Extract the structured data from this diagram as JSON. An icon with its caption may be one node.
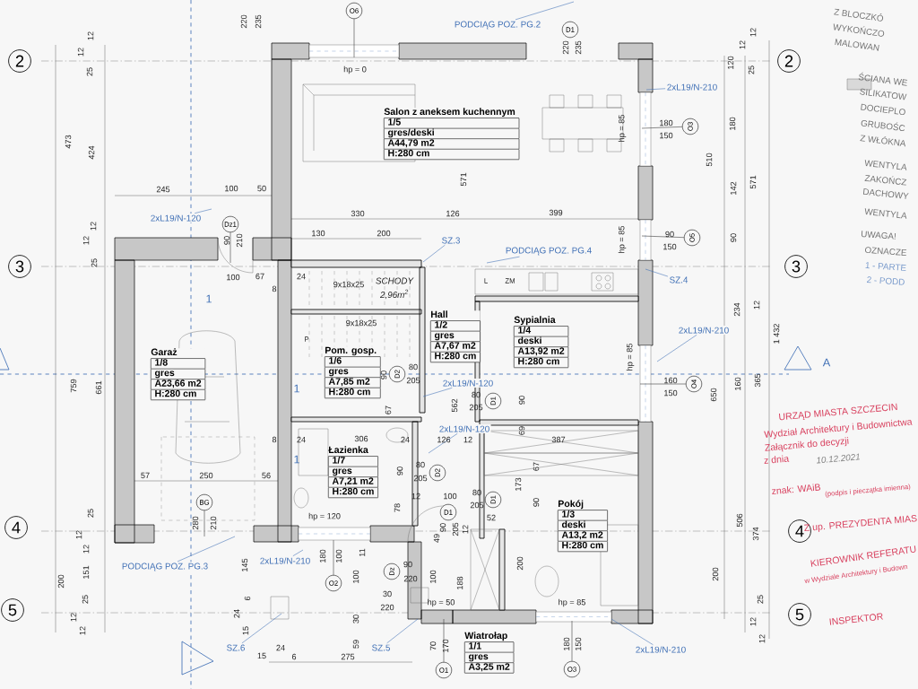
{
  "diagram": {
    "nodes": [
      {
        "text": [
          "2"
        ]
      },
      {
        "text": [
          "2"
        ]
      },
      {
        "text": [
          "3"
        ]
      },
      {
        "text": [
          "3"
        ]
      },
      {
        "text": [
          "4"
        ]
      },
      {
        "text": [
          "4"
        ]
      },
      {
        "text": [
          "5"
        ]
      },
      {
        "text": [
          "5"
        ]
      },
      {
        "text": [
          "Salon z aneksem kuchennym",
          "1/5",
          "gres/deski",
          "A44,79 m2",
          "H:280 cm"
        ]
      },
      {
        "text": [
          "Hall",
          "1/2",
          "gres",
          "A7,67 m2",
          "H:280 cm"
        ]
      },
      {
        "text": [
          "Sypialnia",
          "1/4",
          "deski",
          "A13,92 m2",
          "H:280 cm"
        ]
      },
      {
        "text": [
          "Pom. gosp.",
          "1/6",
          "gres",
          "A7,85 m2",
          "H:280 cm"
        ]
      },
      {
        "text": [
          "Garaż",
          "1/8",
          "gres",
          "A23,66 m2",
          "H:280 cm"
        ]
      },
      {
        "text": [
          "Łazienka",
          "1/7",
          "gres",
          "A7,21 m2",
          "H:280 cm"
        ]
      },
      {
        "text": [
          "Pokój",
          "1/3",
          "deski",
          "A13,2 m2",
          "H:280 cm"
        ]
      },
      {
        "text": [
          "Wiatrołap",
          "1/1",
          "gres",
          "A3,25 m2"
        ]
      },
      {
        "text": [
          "O6"
        ]
      },
      {
        "text": [
          "D1"
        ]
      },
      {
        "text": [
          "O3"
        ]
      },
      {
        "text": [
          "O5"
        ]
      },
      {
        "text": [
          "Dz1"
        ]
      },
      {
        "text": [
          "BG"
        ]
      },
      {
        "text": [
          "D2"
        ]
      },
      {
        "text": [
          "D1"
        ]
      },
      {
        "text": [
          "D2"
        ]
      },
      {
        "text": [
          "D1"
        ]
      },
      {
        "text": [
          "D1"
        ]
      },
      {
        "text": [
          "O4"
        ]
      },
      {
        "text": [
          "O2"
        ]
      },
      {
        "text": [
          "Dz"
        ]
      },
      {
        "text": [
          "O1"
        ]
      },
      {
        "text": [
          "O3"
        ]
      },
      {
        "text": [
          "PODCIĄG POZ. PG.2"
        ]
      },
      {
        "text": [
          "2xL19/N-210"
        ]
      },
      {
        "text": [
          "2xL19/N-120"
        ]
      },
      {
        "text": [
          "SZ.3"
        ]
      },
      {
        "text": [
          "PODCIĄG POZ. PG.4"
        ]
      },
      {
        "text": [
          "SZ.4"
        ]
      },
      {
        "text": [
          "2xL19/N-210"
        ]
      },
      {
        "text": [
          "2xL19/N-120"
        ]
      },
      {
        "text": [
          "2xL19/N-120"
        ]
      },
      {
        "text": [
          "PODCIĄG POZ. PG.3"
        ]
      },
      {
        "text": [
          "2xL19/N-210"
        ]
      },
      {
        "text": [
          "SZ.6"
        ]
      },
      {
        "text": [
          "SZ.5"
        ]
      },
      {
        "text": [
          "2xL19/N-210"
        ]
      }
    ],
    "edges": [
      {
        "from": 32,
        "to": null,
        "arrow": "none"
      },
      {
        "from": 33,
        "to": null,
        "arrow": "none"
      },
      {
        "from": 34,
        "to": null,
        "arrow": "none"
      },
      {
        "from": 35,
        "to": null,
        "arrow": "none"
      },
      {
        "from": 36,
        "to": null,
        "arrow": "none"
      },
      {
        "from": 37,
        "to": null,
        "arrow": "none"
      },
      {
        "from": 38,
        "to": null,
        "arrow": "none"
      },
      {
        "from": 39,
        "to": null,
        "arrow": "none"
      },
      {
        "from": 40,
        "to": null,
        "arrow": "none"
      },
      {
        "from": 41,
        "to": null,
        "arrow": "none"
      },
      {
        "from": 42,
        "to": null,
        "arrow": "none"
      },
      {
        "from": 43,
        "to": null,
        "arrow": "none"
      },
      {
        "from": 44,
        "to": null,
        "arrow": "none"
      },
      {
        "from": 45,
        "to": null,
        "arrow": "none"
      },
      {
        "from": 16,
        "to": null,
        "arrow": "none",
        "color": "#333333"
      },
      {
        "from": 18,
        "to": null,
        "arrow": "none",
        "color": "#333333"
      },
      {
        "from": 19,
        "to": null,
        "arrow": "none",
        "color": "#333333"
      },
      {
        "from": 27,
        "to": null,
        "arrow": "none",
        "color": "#333333"
      },
      {
        "from": 28,
        "to": null,
        "arrow": "none",
        "color": "#333333"
      },
      {
        "from": 30,
        "to": null,
        "arrow": "none",
        "color": "#333333"
      },
      {
        "from": 31,
        "to": null,
        "arrow": "none",
        "color": "#333333"
      },
      {
        "from": 21,
        "to": null,
        "arrow": "none",
        "color": "#333333"
      },
      {
        "from": 20,
        "to": null,
        "arrow": "none",
        "color": "#333333"
      }
    ],
    "labels": [
      "220",
      "235",
      "hp = 0",
      "12",
      "12",
      "25",
      "473",
      "424",
      "245",
      "100",
      "50",
      "12",
      "12",
      "25",
      "330",
      "126",
      "399",
      "571",
      "130",
      "200",
      "90",
      "210",
      "100",
      "67",
      "8",
      "24",
      "9x18x25",
      "SCHODY",
      "2,96m$^{2}$",
      "9x18x25",
      "L",
      "ZM",
      "P",
      "1",
      "220",
      "235",
      "hp = 85",
      "180",
      "150",
      "120",
      "12",
      "12",
      "25",
      "510",
      "180",
      "142",
      "571",
      "hp = 85",
      "90",
      "150",
      "90",
      "234",
      "12",
      "1 432",
      "A",
      "hp = 85",
      "160",
      "150",
      "650",
      "160",
      "365",
      "506",
      "374",
      "200",
      "25",
      "12",
      "12",
      "759",
      "661",
      "1",
      "80",
      "205",
      "90",
      "67",
      "562",
      "80",
      "205",
      "90",
      "8",
      "24",
      "306",
      "24",
      "126",
      "12",
      "69",
      "387",
      "1",
      "90",
      "80",
      "205",
      "67",
      "12",
      "100",
      "80",
      "205",
      "173",
      "90",
      "78",
      "57",
      "250",
      "56",
      "hp = 120",
      "280",
      "210",
      "52",
      "49",
      "90",
      "205",
      "12",
      "25",
      "12",
      "12",
      "200",
      "151",
      "25",
      "12",
      "12",
      "145",
      "180",
      "100",
      "11",
      "100",
      "90",
      "220",
      "100",
      "188",
      "200",
      "30",
      "220",
      "hp = 50",
      "6",
      "24",
      "15",
      "30",
      "59",
      "hp = 85",
      "15",
      "24",
      "6",
      "275",
      "70",
      "170",
      "180",
      "150",
      "Z BLOCZKÓ",
      "WYKOŃCZO",
      "MALOWAN",
      "ŚCIANA WE",
      "SILIKATOW",
      "DOCIEPLO",
      "GRUBOŚC",
      "Z WŁÓKNA",
      "WENTYLA",
      "ZAKOŃCZ",
      "DACHOWY",
      "WENTYLA",
      "UWAGA!",
      "OZNACZE",
      "1 - PARTE",
      "2 - PODD",
      "URZĄD MIASTA SZCZECIN",
      "Wydział Architektury i Budownictwa",
      "Załącznik do decyzji",
      "z dnia",
      "znak: WAiB",
      "(podpis i pieczątka imienna)",
      "Z up. PREZYDENTA MIAS",
      "KIEROWNIK REFERATU",
      "w Wydziale Architektury i Budown",
      "INSPEKTOR",
      "10.12.2021"
    ]
  }
}
